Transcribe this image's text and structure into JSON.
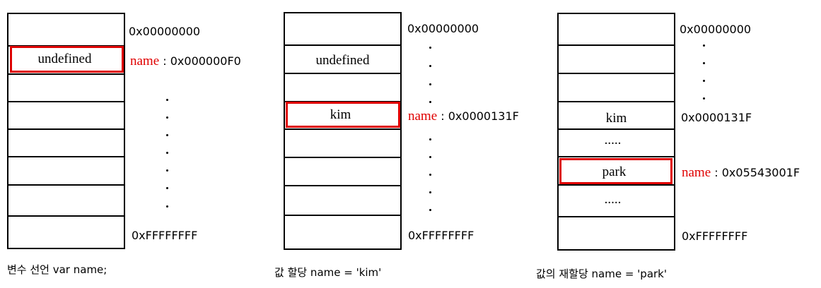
{
  "panels": [
    {
      "caption": "변수 선언 var name;",
      "top_address": "0x00000000",
      "bottom_address": "0xFFFFFFFF",
      "cells": [
        "undefined"
      ],
      "pointer": {
        "label": "name",
        "colon": ":",
        "address": "0x000000F0"
      }
    },
    {
      "caption": "값 할당 name = 'kim'",
      "top_address": "0x00000000",
      "bottom_address": "0xFFFFFFFF",
      "cells": [
        "undefined",
        "kim"
      ],
      "pointer": {
        "label": "name",
        "colon": ":",
        "address": "0x0000131F"
      }
    },
    {
      "caption": "값의 재할당 name = 'park'",
      "top_address": "0x00000000",
      "bottom_address": "0xFFFFFFFF",
      "cells": [
        "kim",
        ".....",
        "park",
        "....."
      ],
      "old_address": "0x0000131F",
      "pointer": {
        "label": "name",
        "colon": ":",
        "address": "0x05543001F"
      }
    }
  ],
  "colors": {
    "highlight": "#e00000",
    "line": "#000000"
  }
}
